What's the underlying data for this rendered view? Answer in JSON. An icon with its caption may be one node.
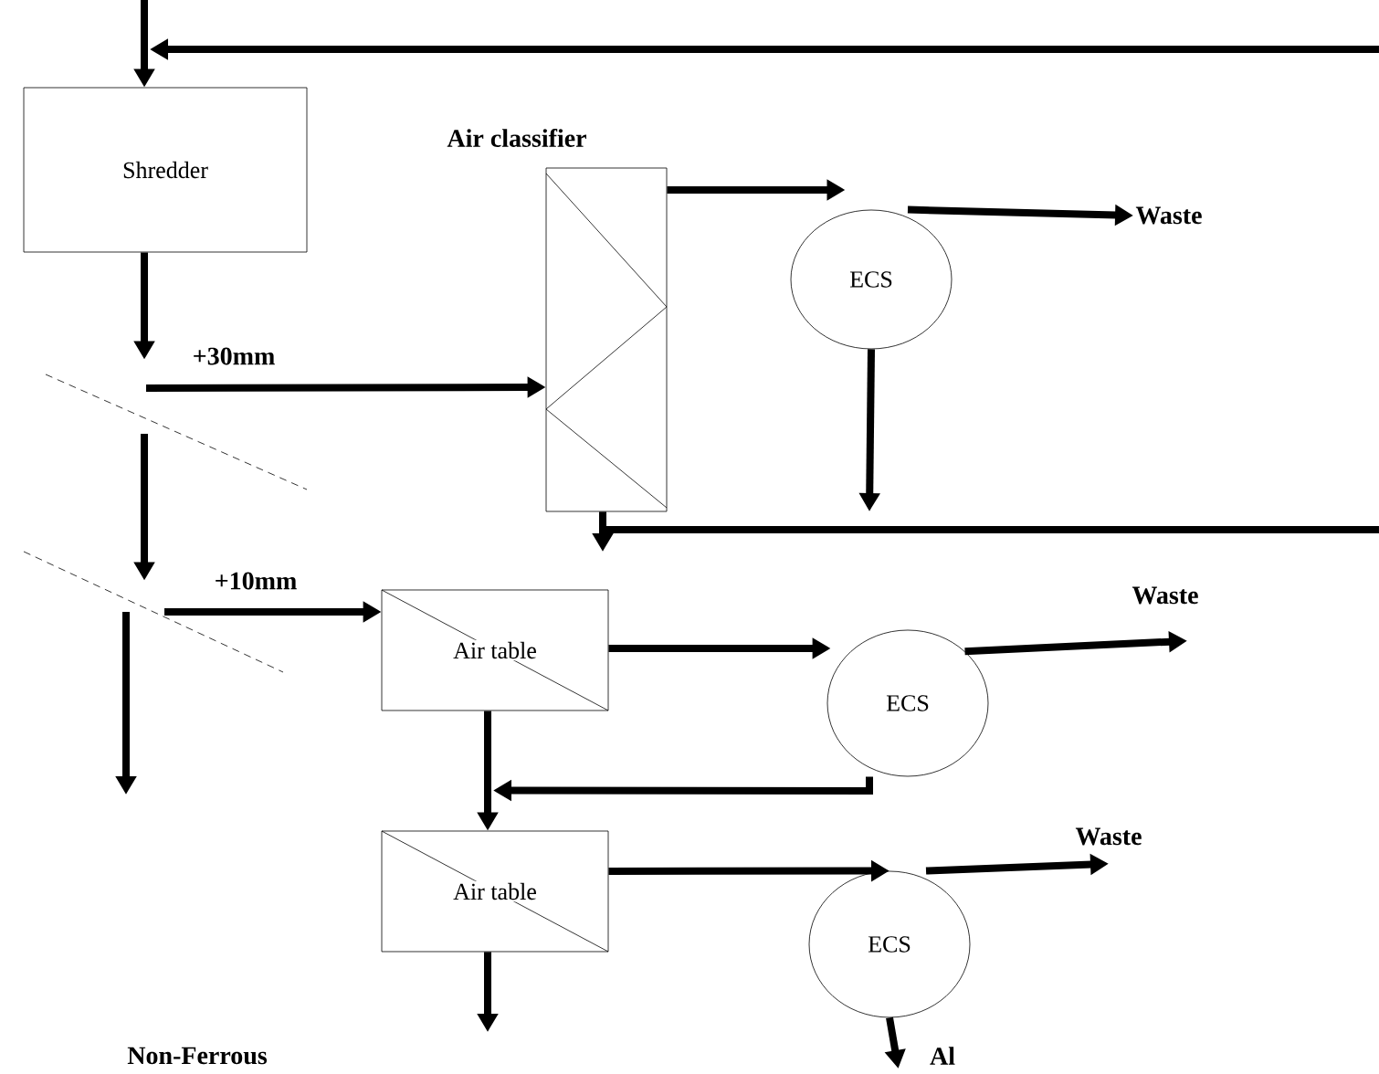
{
  "diagram": {
    "nodes": [
      {
        "text": [
          "Shredder"
        ]
      },
      {
        "text": [
          "Air classifier"
        ]
      },
      {
        "text": [
          "ECS"
        ]
      },
      {
        "text": [
          "Waste"
        ]
      },
      {
        "text": [],
        "shape": "line"
      },
      {
        "text": [],
        "shape": "line"
      },
      {
        "text": [
          "Air table"
        ]
      },
      {
        "text": [
          "ECS"
        ]
      },
      {
        "text": [
          "Waste"
        ]
      },
      {
        "text": [
          "Air table"
        ]
      },
      {
        "text": [
          "Waste"
        ]
      },
      {
        "text": [
          "ECS"
        ]
      },
      {
        "text": [
          "Al"
        ]
      }
    ],
    "edges": [
      {
        "from": null,
        "to": 0,
        "arrow": "to"
      },
      {
        "from": null,
        "to": 0,
        "arrow": "to"
      },
      {
        "from": 0,
        "to": 4,
        "arrow": "to"
      },
      {
        "from": 4,
        "to": 1,
        "arrow": "to",
        "label": "+30mm"
      },
      {
        "from": 4,
        "to": 5,
        "arrow": "to"
      },
      {
        "from": 5,
        "to": 6,
        "arrow": "to",
        "label": "+10mm"
      },
      {
        "from": 5,
        "to": null,
        "arrow": "to"
      },
      {
        "from": 1,
        "to": 2,
        "arrow": "to"
      },
      {
        "from": 2,
        "to": 3,
        "arrow": "to"
      },
      {
        "from": 2,
        "to": null,
        "arrow": "to"
      },
      {
        "from": 1,
        "to": null,
        "arrow": "to"
      },
      {
        "from": 6,
        "to": 7,
        "arrow": "to"
      },
      {
        "from": 7,
        "to": 8,
        "arrow": "to"
      },
      {
        "from": 6,
        "to": 9,
        "arrow": "to"
      },
      {
        "from": 7,
        "to": 9,
        "arrow": "to"
      },
      {
        "from": 9,
        "to": 11,
        "arrow": "to"
      },
      {
        "from": 11,
        "to": 10,
        "arrow": "to"
      },
      {
        "from": 9,
        "to": null,
        "arrow": "to"
      },
      {
        "from": 11,
        "to": 12,
        "arrow": "to"
      }
    ],
    "labels": [
      "Non-Ferrous"
    ]
  }
}
